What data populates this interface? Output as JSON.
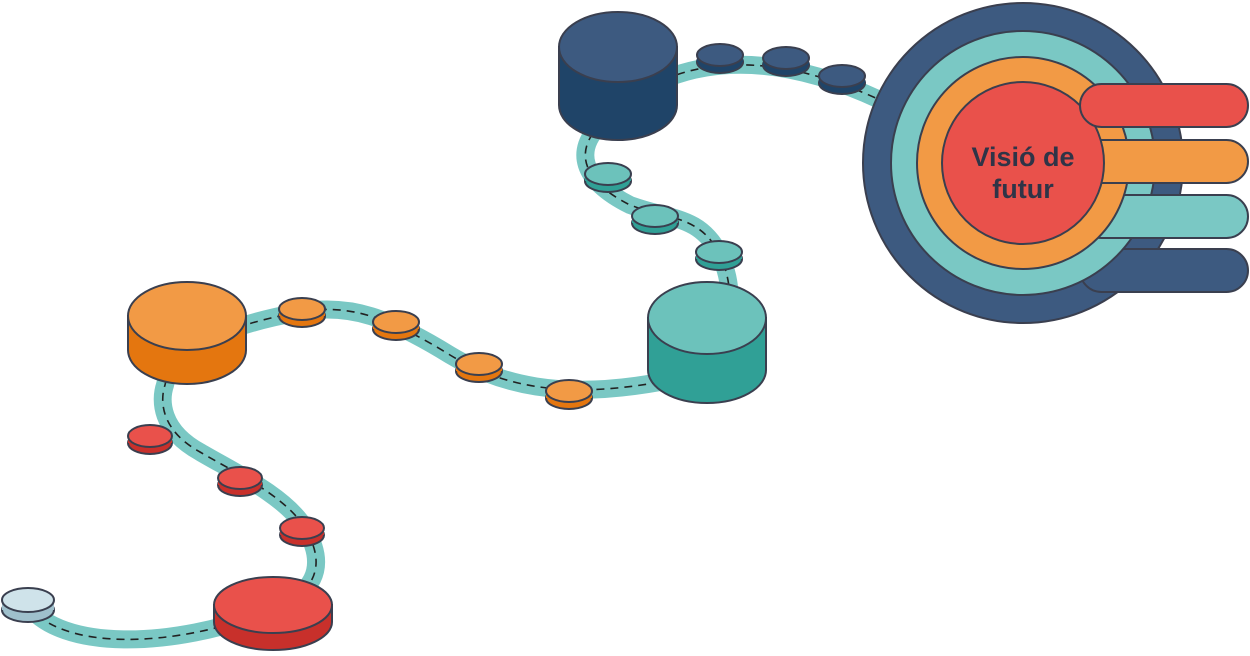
{
  "target": {
    "label_line1": "Visió de",
    "label_line2": "futur"
  },
  "colors": {
    "path": "#7ac8c4",
    "dash": "#222222",
    "outline": "#3a3f4f",
    "start": "#cfe3ea",
    "red": "#e9514b",
    "red_dark": "#c8302b",
    "orange": "#f29a45",
    "orange_dark": "#e4760f",
    "teal": "#6cc2bb",
    "teal_dark": "#30a096",
    "navy": "#3d5a80",
    "navy_dark": "#1f4468"
  },
  "stages": [
    {
      "id": "start",
      "color_name": "light-grey",
      "small_markers": 0
    },
    {
      "id": "red-stage",
      "color_name": "red",
      "small_markers": 3
    },
    {
      "id": "orange-stage",
      "color_name": "orange",
      "small_markers": 4
    },
    {
      "id": "teal-stage",
      "color_name": "teal",
      "small_markers": 3
    },
    {
      "id": "navy-stage",
      "color_name": "navy",
      "small_markers": 3
    }
  ]
}
